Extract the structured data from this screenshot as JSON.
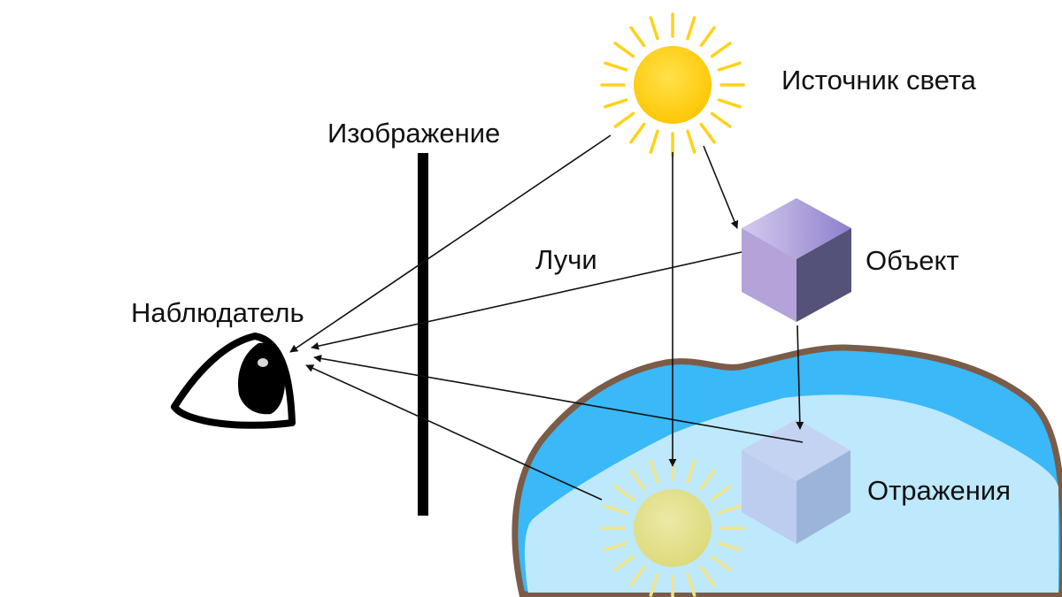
{
  "labels": {
    "light_source": "Источник света",
    "image_plane": "Изображение",
    "rays": "Лучи",
    "object": "Объект",
    "observer": "Наблюдатель",
    "reflections": "Отражения"
  },
  "colors": {
    "sun": "#FFCC00",
    "sun_rays": "#FFD21A",
    "cube_top": "#A99ADF",
    "cube_front": "#B3A3D8",
    "cube_side": "#55527A",
    "water_outer": "#3AB8F7",
    "water_inner": "#BEE8FB",
    "shore": "#7A5C48",
    "reflection_sun": "#E3E08C",
    "reflection_sun_rays": "#F0E68A",
    "reflection_cube_top": "#C5D3F2",
    "reflection_cube_front": "#BCCDF0",
    "reflection_cube_side": "#9DB4DA",
    "lines": "#111111"
  },
  "icons": {
    "sun": "sun-icon",
    "eye": "eye-icon",
    "cube": "cube-icon",
    "lake": "lake-shape"
  }
}
